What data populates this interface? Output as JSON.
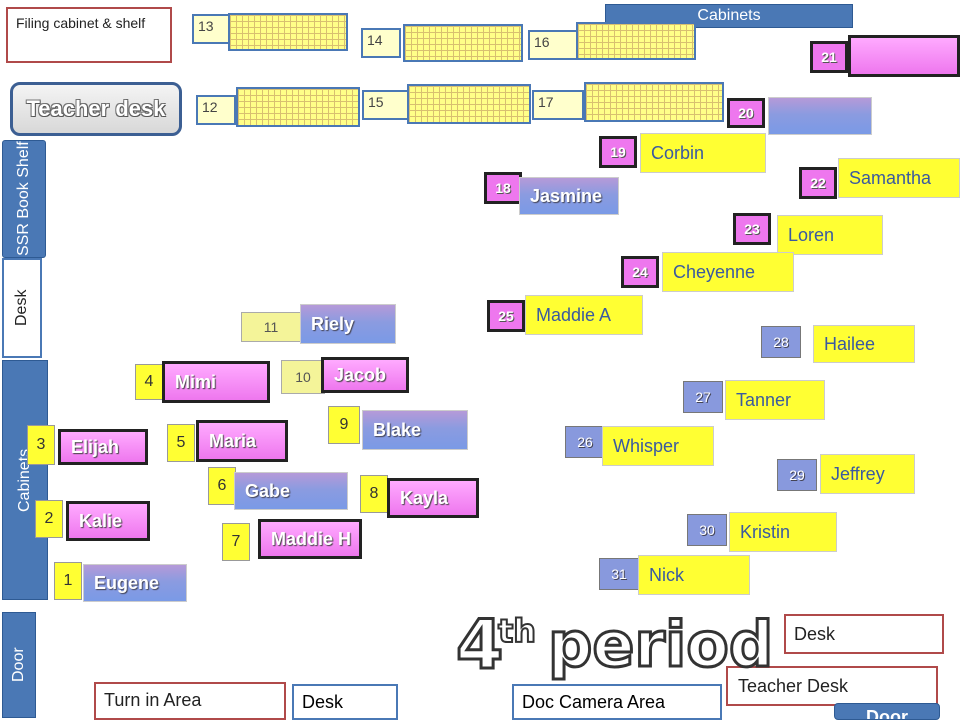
{
  "labels": {
    "filing": "Filing cabinet & shelf",
    "cabinets_top": "Cabinets",
    "teacher_desk_left": "Teacher desk",
    "ssr_shelf": "SSR Book Shelf",
    "desk_left": "Desk",
    "cabinets_left": "Cabinets",
    "door_left": "Door",
    "turn_in": "Turn in Area",
    "desk_bottom": "Desk",
    "doc_camera": "Doc Camera Area",
    "desk_right": "Desk",
    "teacher_desk_right": "Teacher Desk",
    "door_right": "Door",
    "period_num": "4",
    "period_sup": "th",
    "period_word": "period"
  },
  "tables": {
    "t12": "12",
    "t13": "13",
    "t14": "14",
    "t15": "15",
    "t16": "16",
    "t17": "17"
  },
  "seats": {
    "s1": {
      "num": "1",
      "name": "Eugene"
    },
    "s2": {
      "num": "2",
      "name": "Kalie"
    },
    "s3": {
      "num": "3",
      "name": "Elijah"
    },
    "s4": {
      "num": "4",
      "name": "Mimi"
    },
    "s5": {
      "num": "5",
      "name": "Maria"
    },
    "s6": {
      "num": "6",
      "name": "Gabe"
    },
    "s7": {
      "num": "7",
      "name": "Maddie H"
    },
    "s8": {
      "num": "8",
      "name": "Kayla"
    },
    "s9": {
      "num": "9",
      "name": "Blake"
    },
    "s10": {
      "num": "10",
      "name": "Jacob"
    },
    "s11": {
      "num": "11",
      "name": "Riely"
    },
    "s18": {
      "num": "18",
      "name": "Jasmine"
    },
    "s19": {
      "num": "19",
      "name": "Corbin"
    },
    "s20": {
      "num": "20",
      "name": ""
    },
    "s21": {
      "num": "21",
      "name": ""
    },
    "s22": {
      "num": "22",
      "name": "Samantha"
    },
    "s23": {
      "num": "23",
      "name": "Loren"
    },
    "s24": {
      "num": "24",
      "name": "Cheyenne"
    },
    "s25": {
      "num": "25",
      "name": "Maddie A"
    },
    "s26": {
      "num": "26",
      "name": "Whisper"
    },
    "s27": {
      "num": "27",
      "name": "Tanner"
    },
    "s28": {
      "num": "28",
      "name": "Hailee"
    },
    "s29": {
      "num": "29",
      "name": "Jeffrey"
    },
    "s30": {
      "num": "30",
      "name": "Kristin"
    },
    "s31": {
      "num": "31",
      "name": "Nick"
    }
  }
}
